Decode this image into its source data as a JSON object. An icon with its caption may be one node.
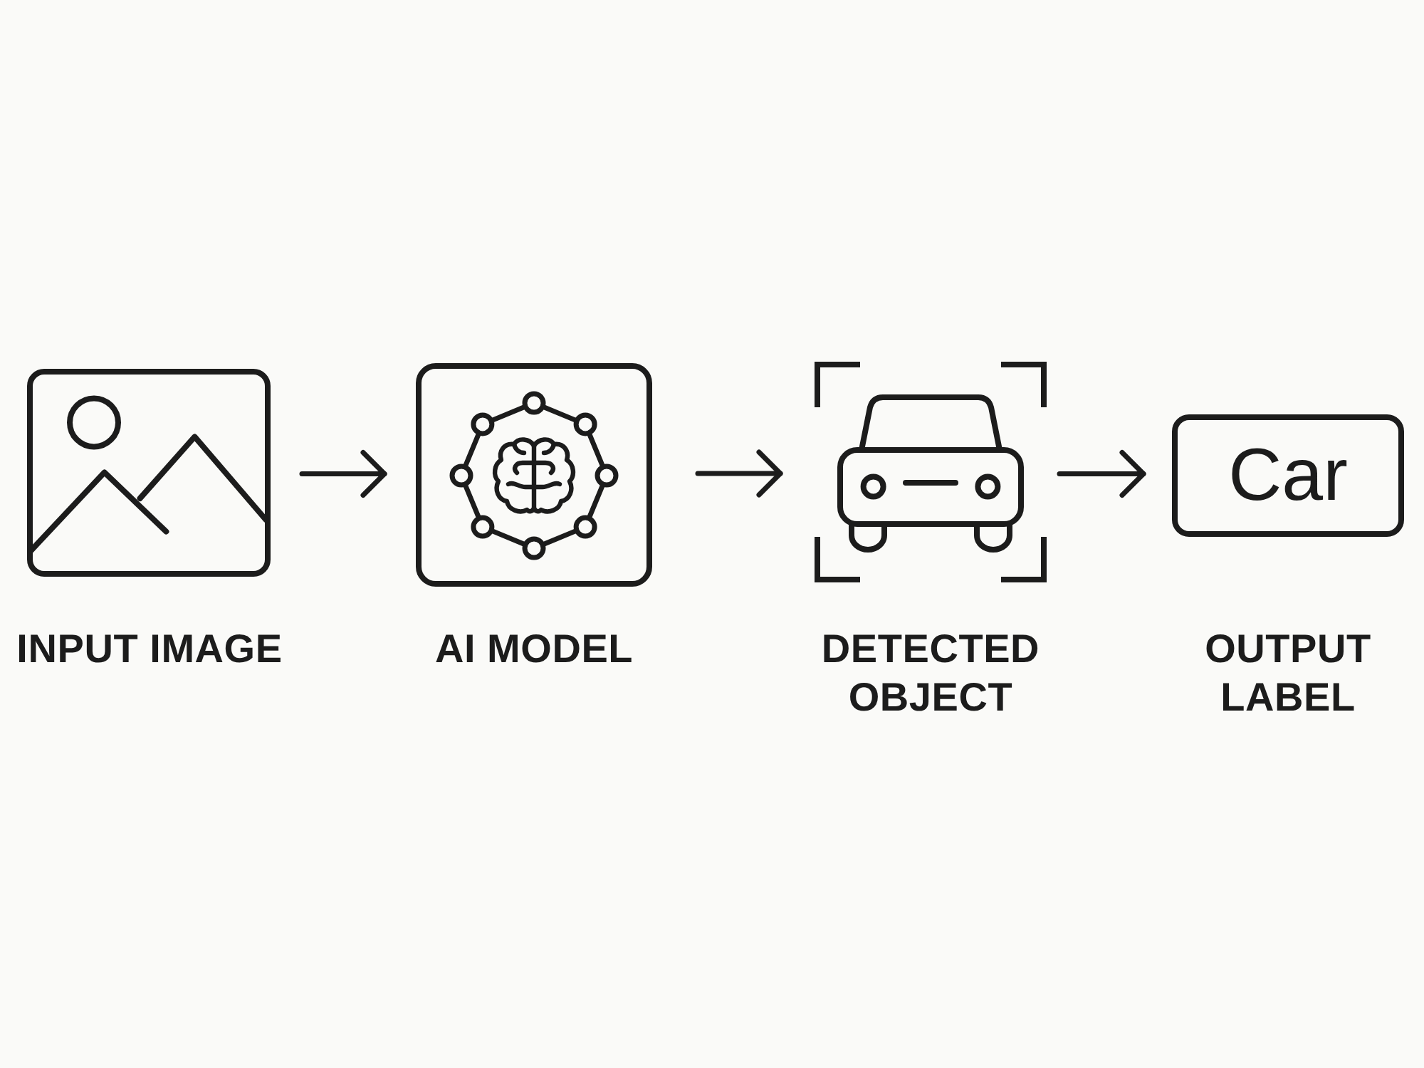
{
  "diagram": {
    "nodes": [
      {
        "text": [
          "INPUT IMAGE"
        ]
      },
      {
        "text": [
          "AI MODEL"
        ]
      },
      {
        "text": [
          "DETECTED OBJECT"
        ]
      },
      {
        "text": [
          "Car",
          "OUTPUT LABEL"
        ]
      }
    ],
    "edges": [
      {
        "from": 0,
        "to": 1,
        "arrow": "to"
      },
      {
        "from": 1,
        "to": 2,
        "arrow": "to"
      },
      {
        "from": 2,
        "to": 3,
        "arrow": "to"
      }
    ]
  }
}
